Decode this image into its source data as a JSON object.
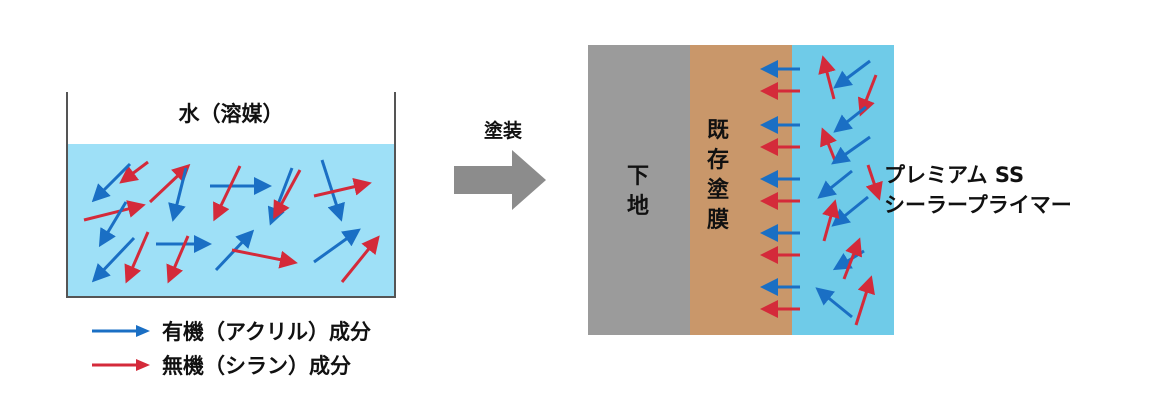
{
  "container": {
    "label": "水（溶媒）"
  },
  "process_label": "塗装",
  "legend": [
    {
      "label": "有機（アクリル）成分",
      "color": "#1a6fc4"
    },
    {
      "label": "無機（シラン）成分",
      "color": "#d42a3a"
    }
  ],
  "layers": {
    "substrate": {
      "label": "下地"
    },
    "existing_film": {
      "label": "既存塗膜"
    },
    "primer": {
      "line1": "プレミアム SS",
      "line2": "シーラープライマー"
    }
  },
  "colors": {
    "blue": "#1a6fc4",
    "red": "#d42a3a",
    "water": "#9ee0f7",
    "substrate": "#9b9b9b",
    "existing_film": "#c9976a",
    "primer": "#6fcbe8",
    "process_arrow": "#8c8c8c"
  }
}
